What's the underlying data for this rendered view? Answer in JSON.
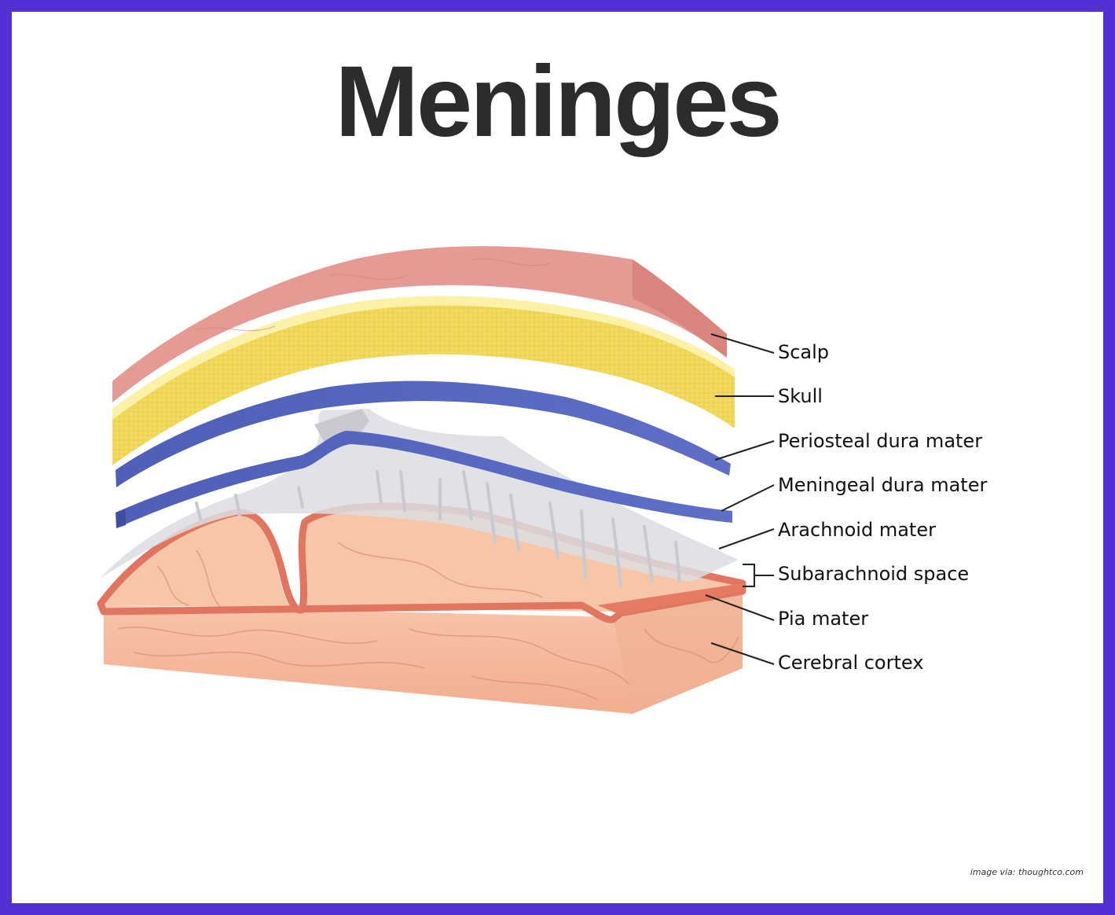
{
  "title": "Meninges",
  "labels": {
    "scalp": "Scalp",
    "skull": "Skull",
    "periosteal": "Periosteal dura mater",
    "meningeal": "Meningeal dura mater",
    "arachnoid": "Arachnoid mater",
    "subarachnoid": "Subarachnoid space",
    "pia": "Pia mater",
    "cortex": "Cerebral cortex"
  },
  "credit": "image via: thoughtco.com",
  "colors": {
    "border": "#5230d3",
    "scalp": "#e59a93",
    "skull": "#f5e477",
    "dura": "#5767bd",
    "arachnoid": "#d8d8dc",
    "pia": "#e47b62",
    "cortex": "#f6bfa2"
  }
}
